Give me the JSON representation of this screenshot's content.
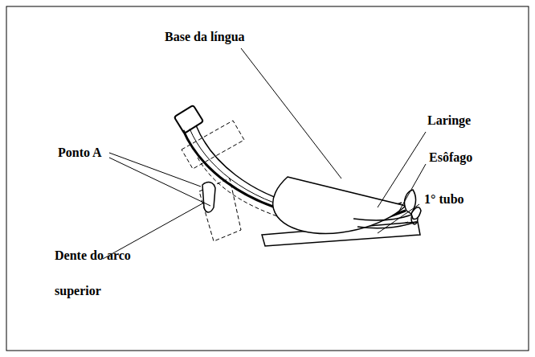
{
  "diagram": {
    "labels": [
      "Base da língua",
      "Laringe",
      "Ponto A",
      "Esôfago",
      "Dente do arco superior",
      "1° tubo"
    ]
  }
}
